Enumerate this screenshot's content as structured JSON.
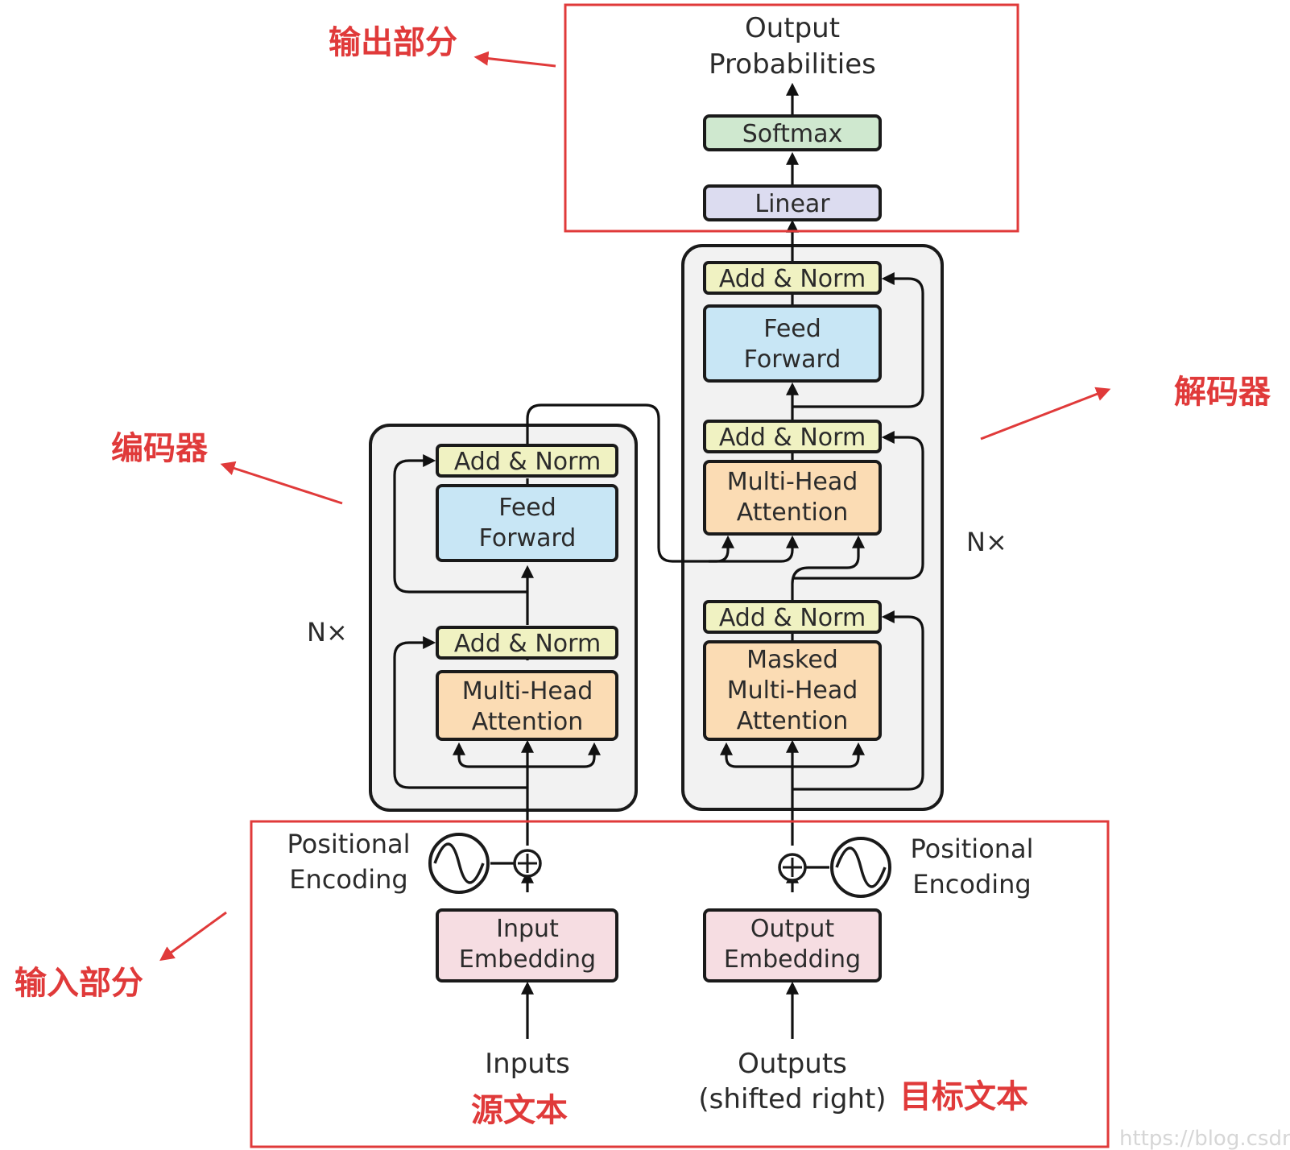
{
  "output_section": {
    "title_line1": "Output",
    "title_line2": "Probabilities",
    "softmax": "Softmax",
    "linear": "Linear",
    "annotation": "输出部分"
  },
  "encoder": {
    "annotation": "编码器",
    "repeat": "N×",
    "add_norm_top": "Add & Norm",
    "ffn_line1": "Feed",
    "ffn_line2": "Forward",
    "add_norm_bottom": "Add & Norm",
    "mha_line1": "Multi-Head",
    "mha_line2": "Attention"
  },
  "decoder": {
    "annotation": "解码器",
    "repeat": "N×",
    "add_norm_top": "Add & Norm",
    "ffn_line1": "Feed",
    "ffn_line2": "Forward",
    "add_norm_mid": "Add & Norm",
    "mha_line1": "Multi-Head",
    "mha_line2": "Attention",
    "add_norm_bottom": "Add & Norm",
    "masked_line1": "Masked",
    "masked_line2": "Multi-Head",
    "masked_line3": "Attention"
  },
  "input_section": {
    "annotation": "输入部分",
    "left_pe_line1": "Positional",
    "left_pe_line2": "Encoding",
    "right_pe_line1": "Positional",
    "right_pe_line2": "Encoding",
    "input_emb_line1": "Input",
    "input_emb_line2": "Embedding",
    "output_emb_line1": "Output",
    "output_emb_line2": "Embedding",
    "inputs_label": "Inputs",
    "outputs_line1": "Outputs",
    "outputs_line2": "(shifted right)",
    "source_text": "源文本",
    "target_text": "目标文本"
  },
  "watermark": "https://blog.csdn",
  "colors": {
    "annotation_red": "#e03a3a",
    "add_norm": "#f0f2c2",
    "feed_forward": "#c8e6f5",
    "attention": "#fbdcb4",
    "embedding": "#f6dde2",
    "softmax": "#cfe8cf",
    "linear": "#dcdcf0",
    "layer_bg": "#f2f2f2"
  }
}
